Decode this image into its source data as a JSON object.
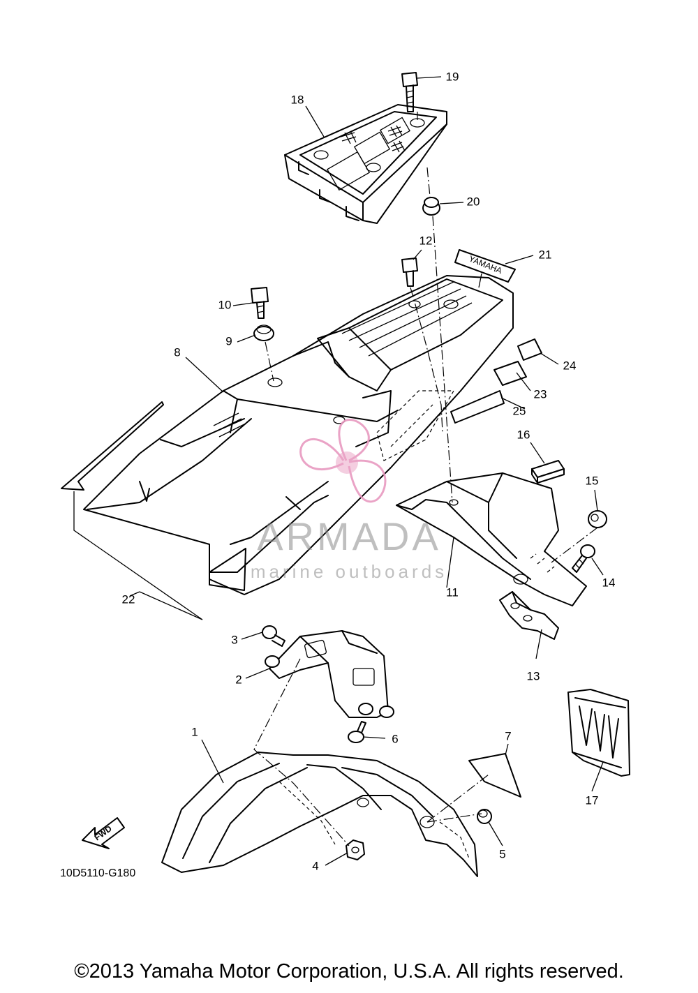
{
  "diagram": {
    "callouts": [
      "1",
      "2",
      "3",
      "4",
      "5",
      "6",
      "7",
      "8",
      "9",
      "10",
      "11",
      "12",
      "13",
      "14",
      "15",
      "16",
      "17",
      "18",
      "19",
      "20",
      "21",
      "22",
      "23",
      "24",
      "25"
    ],
    "decal_text": "YAMAHA",
    "fwd_label": "FWD",
    "drawing_code": "10D5110-G180",
    "watermark": {
      "name": "ARMADA",
      "tagline": "marine outboards",
      "logo_color": "#e89ac0",
      "text_color": "#8a8a8a"
    }
  },
  "footer": {
    "copyright": "©2013 Yamaha Motor Corporation, U.S.A. All rights reserved."
  }
}
